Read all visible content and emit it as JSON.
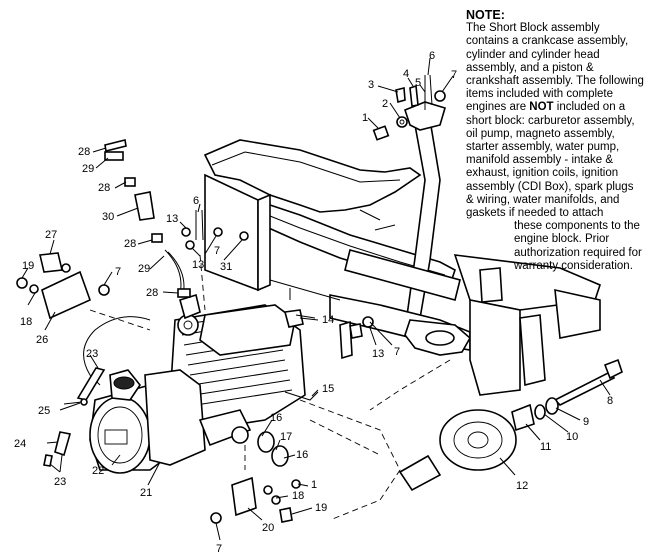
{
  "note": {
    "heading": "NOTE:",
    "text_1": "The Short Block assembly contains a crankcase assembly, cylinder and cylinder head assembly, and a piston & crankshaft assembly.  The following items included with complete engines are ",
    "text_bold": "NOT",
    "text_2": " included on a short block: carburetor assembly, oil pump, magneto assembly, starter assembly, water pump, manifold assembly - intake & exhaust, ignition coils, ignition assembly (CDI Box), spark plugs & wiring, water manifolds, and gaskets if needed to attach",
    "text_3": "these components to the engine block.  Prior authorization required for warranty consideration."
  },
  "callouts": {
    "c1a": "1",
    "c2": "2",
    "c3": "3",
    "c4": "4",
    "c5": "5",
    "c6a": "6",
    "c7a": "7",
    "c28a": "28",
    "c29a": "29",
    "c28b": "28",
    "c30": "30",
    "c13a": "13",
    "c6b": "6",
    "c28c": "28",
    "c7b": "7",
    "c13b": "13",
    "c31": "31",
    "c29b": "29",
    "c28d": "28",
    "c27": "27",
    "c19a": "19",
    "c7c": "7",
    "c18a": "18",
    "c26": "26",
    "c23a": "23",
    "c25": "25",
    "c24": "24",
    "c23b": "23",
    "c22": "22",
    "c21": "21",
    "c14": "14",
    "c15": "15",
    "c16a": "16",
    "c17": "17",
    "c16b": "16",
    "c1b": "1",
    "c18b": "18",
    "c19b": "19",
    "c20": "20",
    "c7d": "7",
    "c13c": "13",
    "c7e": "7",
    "c8": "8",
    "c9": "9",
    "c10": "10",
    "c11": "11",
    "c12": "12"
  }
}
